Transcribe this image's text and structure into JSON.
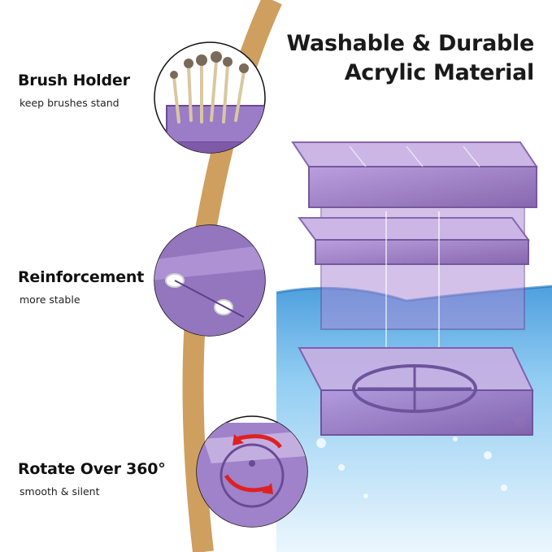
{
  "headline": {
    "line1": "Washable & Durable",
    "line2": "Acrylic Material"
  },
  "features": [
    {
      "title": "Brush Holder",
      "subtitle": "keep brushes stand"
    },
    {
      "title": "Reinforcement",
      "subtitle": "more stable"
    },
    {
      "title": "Rotate Over 360°",
      "subtitle": "smooth & silent"
    }
  ],
  "colors": {
    "acrylic_purple": "#8e6bb8",
    "acrylic_light": "#c7b0e3",
    "accent_gold": "#c9954d",
    "water_blue": "#3a9fe0",
    "rotate_arrow_red": "#e02020"
  },
  "icons": [
    "rotate-arrows-icon"
  ]
}
